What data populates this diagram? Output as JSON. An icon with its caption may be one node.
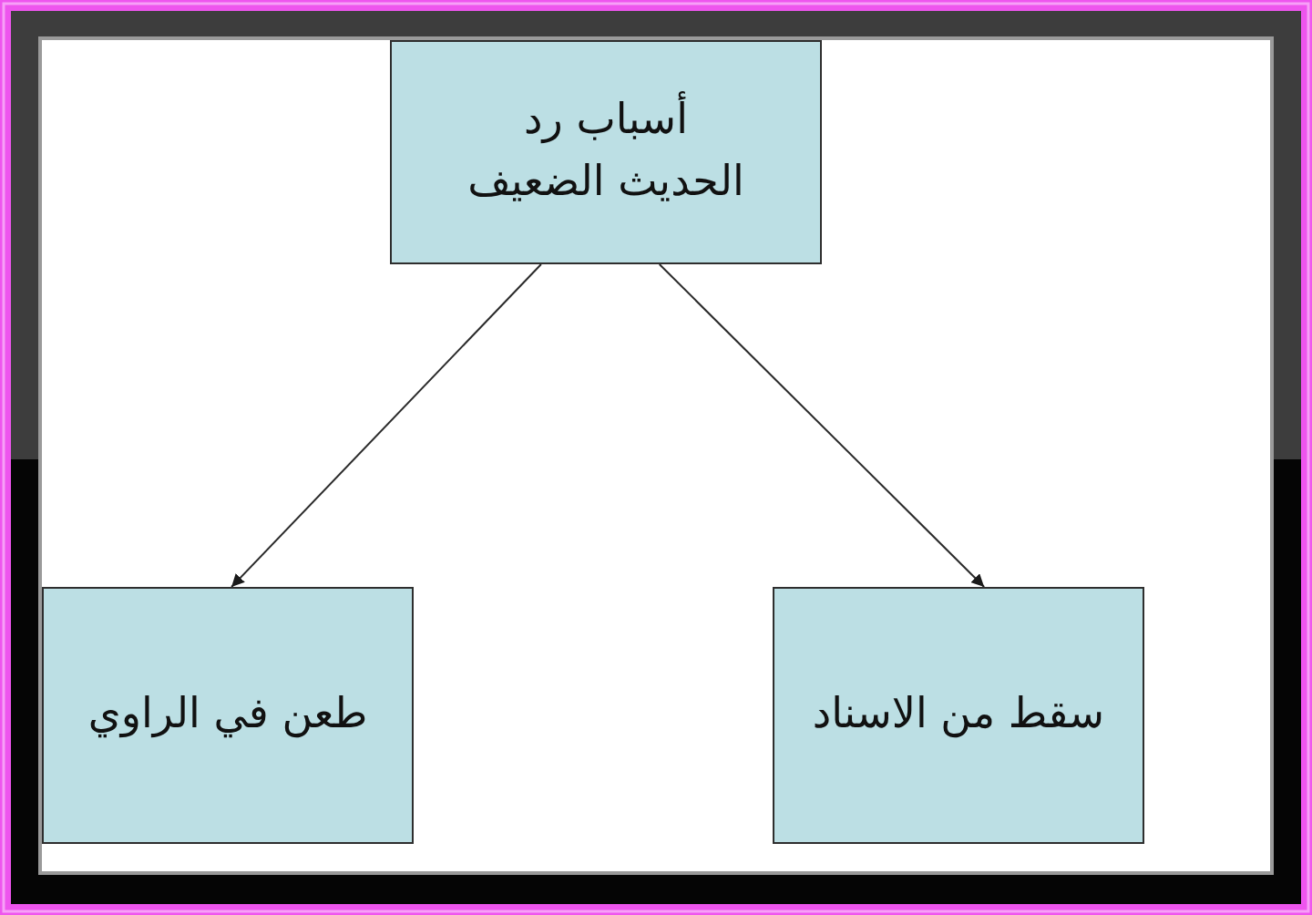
{
  "diagram": {
    "nodes": [
      {
        "text": [
          "أسباب رد الحديث الضعيف"
        ]
      },
      {
        "text": [
          "طعن في الراوي"
        ]
      },
      {
        "text": [
          "سقط من الاسناد"
        ]
      }
    ],
    "edges": [
      {
        "from": 0,
        "to": 1,
        "arrow": "to"
      },
      {
        "from": 0,
        "to": 2,
        "arrow": "to"
      }
    ]
  }
}
